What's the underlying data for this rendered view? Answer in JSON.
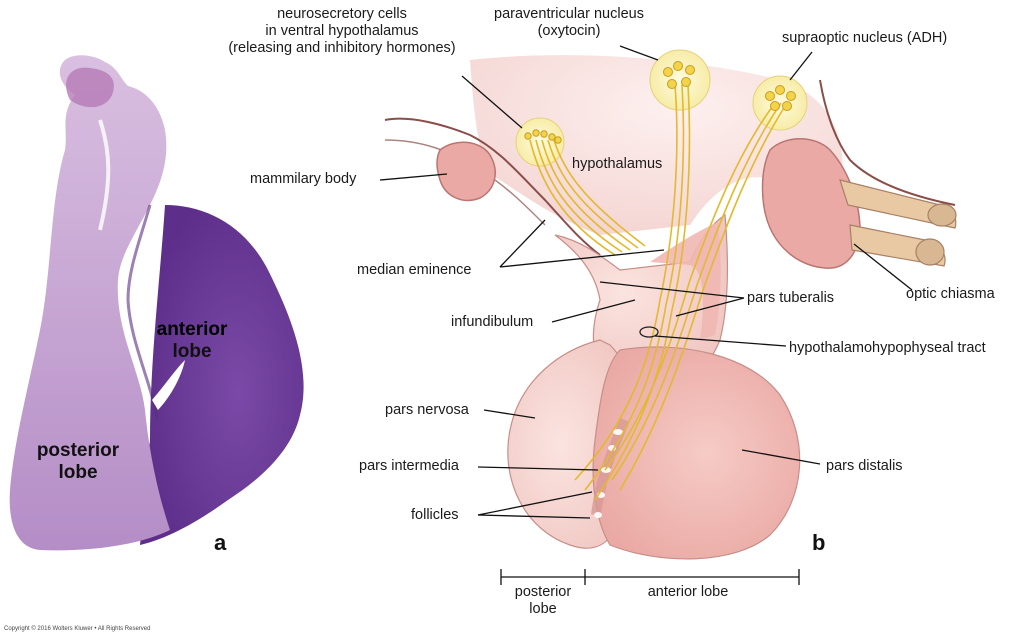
{
  "panel_a": {
    "letter": "a",
    "anterior_lobe": [
      "anterior",
      "lobe"
    ],
    "posterior_lobe": [
      "posterior",
      "lobe"
    ]
  },
  "panel_b": {
    "letter": "b",
    "labels": {
      "neurosecretory": [
        "neurosecretory cells",
        "in ventral hypothalamus",
        "(releasing and inhibitory hormones)"
      ],
      "paraventricular": [
        "paraventricular nucleus",
        "(oxytocin)"
      ],
      "supraoptic": "supraoptic nucleus (ADH)",
      "hypothalamus": "hypothalamus",
      "mammillary_body": "mammilary body",
      "median_eminence": "median eminence",
      "pars_tuberalis": "pars tuberalis",
      "optic_chiasma": "optic chiasma",
      "infundibulum": "infundibulum",
      "tract": "hypothalamohypophyseal tract",
      "pars_nervosa": "pars nervosa",
      "pars_intermedia": "pars intermedia",
      "pars_distalis": "pars distalis",
      "follicles": "follicles"
    },
    "scale": {
      "posterior_lobe": [
        "posterior",
        "lobe"
      ],
      "anterior_lobe": "anterior lobe"
    }
  },
  "copyright": "Copyright © 2016 Wolters Kluwer • All Rights Reserved",
  "colors": {
    "tissue_dark": "#6e3f9c",
    "tissue_light": "#c8a6d6",
    "gland_pink": "#f2c2bd",
    "neuron_yellow": "#f3d34a"
  }
}
